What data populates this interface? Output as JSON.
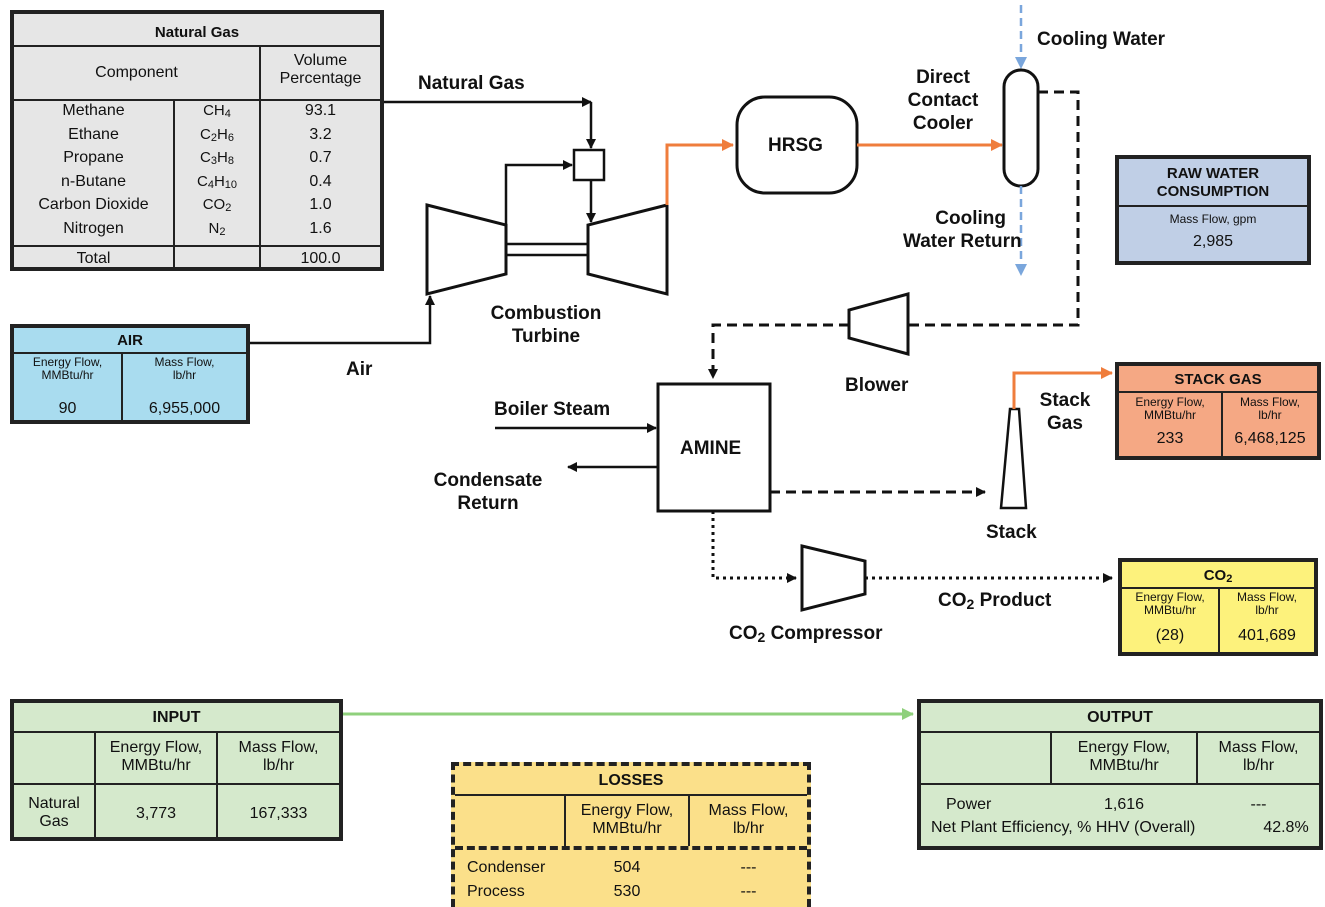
{
  "natural_gas_table": {
    "title": "Natural Gas",
    "col_component": "Component",
    "col_volume_1": "Volume",
    "col_volume_2": "Percentage",
    "rows": [
      {
        "name": "Methane",
        "f1": "CH",
        "s1": "4",
        "f2": "",
        "s2": "",
        "value": "93.1"
      },
      {
        "name": "Ethane",
        "f1": "C",
        "s1": "2",
        "f2": "H",
        "s2": "6",
        "value": "3.2"
      },
      {
        "name": "Propane",
        "f1": "C",
        "s1": "3",
        "f2": "H",
        "s2": "8",
        "value": "0.7"
      },
      {
        "name": "n-Butane",
        "f1": "C",
        "s1": "4",
        "f2": "H",
        "s2": "10",
        "value": "0.4"
      },
      {
        "name": "Carbon Dioxide",
        "f1": "CO",
        "s1": "2",
        "f2": "",
        "s2": "",
        "value": "1.0"
      },
      {
        "name": "Nitrogen",
        "f1": "N",
        "s1": "2",
        "f2": "",
        "s2": "",
        "value": "1.6"
      }
    ],
    "total_label": "Total",
    "total_value": "100.0"
  },
  "air_box": {
    "title": "AIR",
    "energy_label_1": "Energy Flow,",
    "energy_label_2": "MMBtu/hr",
    "mass_label_1": "Mass Flow,",
    "mass_label_2": "lb/hr",
    "energy": "90",
    "mass": "6,955,000"
  },
  "raw_water_box": {
    "title_1": "RAW WATER",
    "title_2": "CONSUMPTION",
    "label": "Mass Flow, gpm",
    "value": "2,985"
  },
  "stack_gas_box": {
    "title": "STACK GAS",
    "energy_label_1": "Energy Flow,",
    "energy_label_2": "MMBtu/hr",
    "mass_label_1": "Mass Flow,",
    "mass_label_2": "lb/hr",
    "energy": "233",
    "mass": "6,468,125"
  },
  "co2_box": {
    "title": "CO",
    "title_sub": "2",
    "energy_label_1": "Energy Flow,",
    "energy_label_2": "MMBtu/hr",
    "mass_label_1": "Mass Flow,",
    "mass_label_2": "lb/hr",
    "energy": "(28)",
    "mass": "401,689"
  },
  "input_box": {
    "title": "INPUT",
    "energy_label_1": "Energy Flow,",
    "energy_label_2": "MMBtu/hr",
    "mass_label_1": "Mass Flow,",
    "mass_label_2": "lb/hr",
    "row_label_1": "Natural",
    "row_label_2": "Gas",
    "energy": "3,773",
    "mass": "167,333"
  },
  "losses_box": {
    "title": "LOSSES",
    "energy_label_1": "Energy Flow,",
    "energy_label_2": "MMBtu/hr",
    "mass_label_1": "Mass Flow,",
    "mass_label_2": "lb/hr",
    "rows": [
      {
        "label": "Condenser",
        "energy": "504",
        "mass": "---"
      },
      {
        "label": "Process",
        "energy": "530",
        "mass": "---"
      }
    ]
  },
  "output_box": {
    "title": "OUTPUT",
    "energy_label_1": "Energy Flow,",
    "energy_label_2": "MMBtu/hr",
    "mass_label_1": "Mass Flow,",
    "mass_label_2": "lb/hr",
    "power_label": "Power",
    "power_energy": "1,616",
    "power_mass": "---",
    "efficiency_label": "Net Plant Efficiency, % HHV (Overall)",
    "efficiency_value": "42.8%"
  },
  "labels": {
    "natural_gas": "Natural Gas",
    "cooling_water": "Cooling Water",
    "dcc_1": "Direct",
    "dcc_2": "Contact",
    "dcc_3": "Cooler",
    "hrsg": "HRSG",
    "cwr_1": "Cooling",
    "cwr_2": "Water Return",
    "ct_1": "Combustion",
    "ct_2": "Turbine",
    "air": "Air",
    "blower": "Blower",
    "boiler_steam": "Boiler Steam",
    "amine": "AMINE",
    "cond_1": "Condensate",
    "cond_2": "Return",
    "stack_gas_1": "Stack",
    "stack_gas_2": "Gas",
    "stack": "Stack",
    "co2_product": "CO",
    "co2_product_sub": "2",
    "co2_product_tail": " Product",
    "co2_comp": "CO",
    "co2_comp_sub": "2",
    "co2_comp_tail": " Compressor"
  },
  "colors": {
    "hot_gas": "#ef7d3c",
    "cooling_water": "#7aa6dc",
    "energy_link": "#8fd07c",
    "gray_table": "#e6e6e6",
    "air_box": "#a9dcef",
    "raw_water_box": "#c0cfe6",
    "stack_gas_box": "#f5a884",
    "co2_box": "#fdf27c",
    "green_box": "#d5e9cc",
    "losses_box": "#fbe08a"
  }
}
